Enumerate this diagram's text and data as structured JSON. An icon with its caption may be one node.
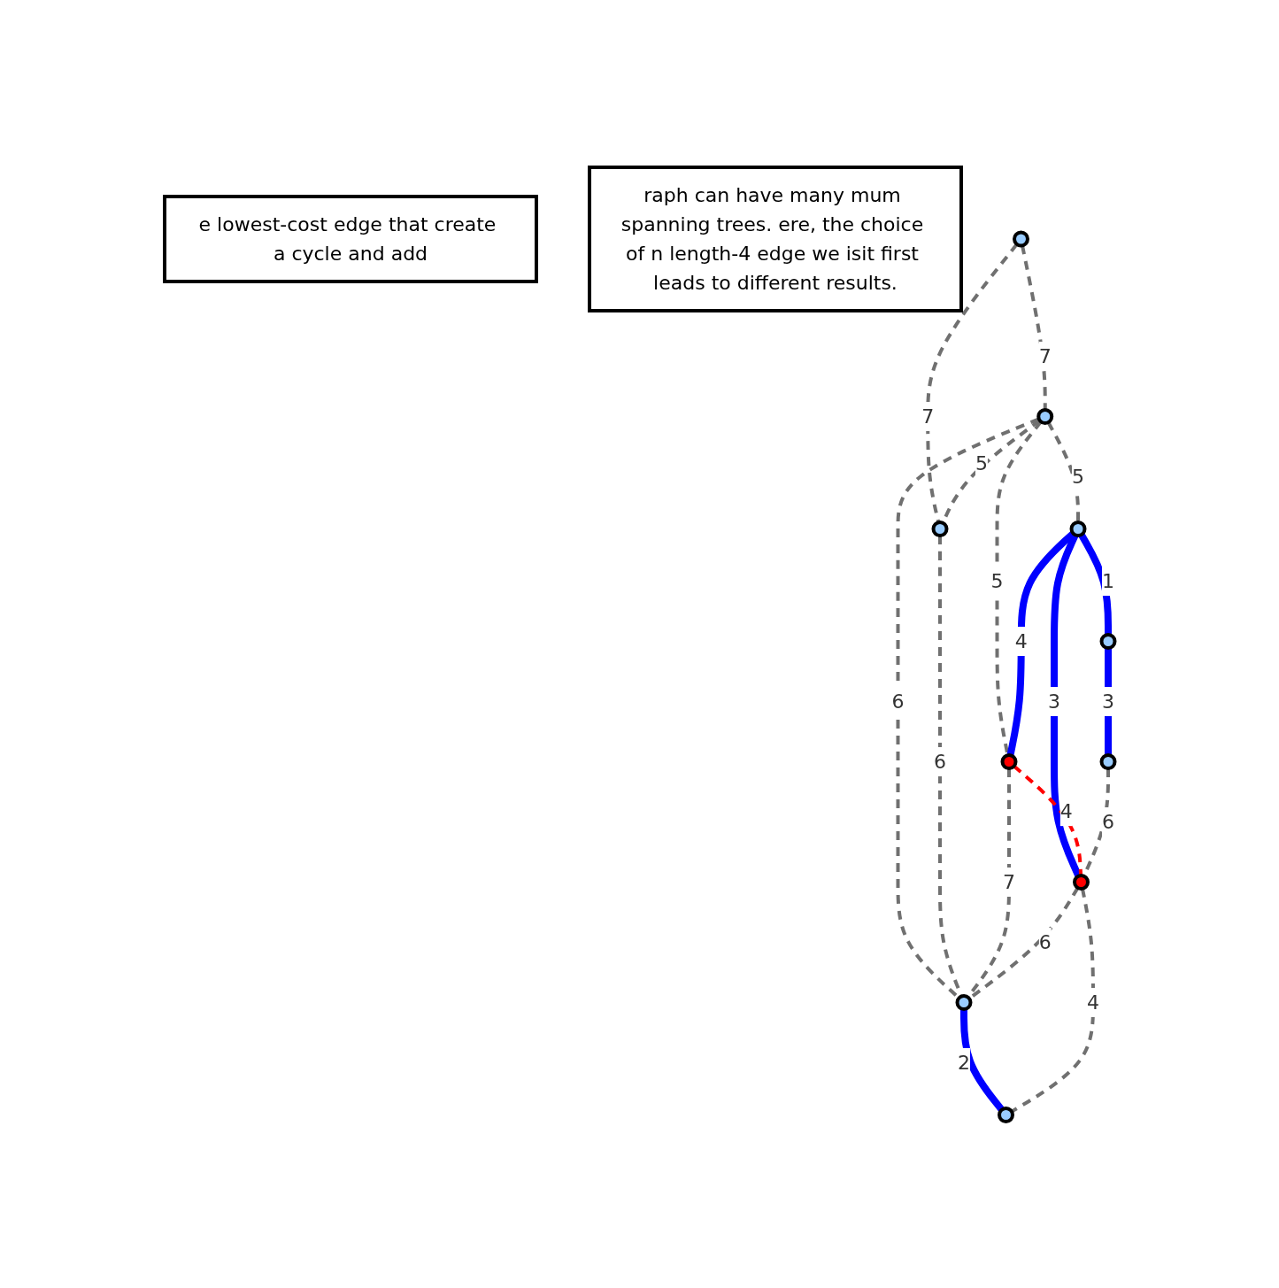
{
  "diagram": {
    "nodes": [
      {
        "text": [
          "e lowest-cost edge that create a cycle and add"
        ]
      },
      {
        "text": [
          "raph can have many mum spanning trees. ere, the choice of n length-4 edge we isit first leads to different results."
        ]
      },
      {
        "text": [],
        "shape": "circle"
      },
      {
        "text": [],
        "shape": "circle"
      },
      {
        "text": [],
        "shape": "circle"
      },
      {
        "text": [],
        "shape": "circle"
      },
      {
        "text": [],
        "shape": "circle"
      },
      {
        "text": [],
        "shape": "circle"
      },
      {
        "text": [],
        "shape": "circle"
      },
      {
        "text": [],
        "shape": "circle"
      },
      {
        "text": [],
        "shape": "circle"
      },
      {
        "text": [],
        "shape": "circle"
      }
    ],
    "edges": [
      {
        "from": 2,
        "to": 3,
        "arrow": "none",
        "label": "7",
        "style": "dashed"
      },
      {
        "from": 2,
        "to": 4,
        "arrow": "none",
        "label": "7",
        "style": "dashed"
      },
      {
        "from": 3,
        "to": 4,
        "arrow": "none",
        "label": "5",
        "style": "dashed"
      },
      {
        "from": 3,
        "to": 5,
        "arrow": "none",
        "label": "5",
        "style": "dashed"
      },
      {
        "from": 3,
        "to": 6,
        "arrow": "none",
        "label": "5",
        "style": "dashed"
      },
      {
        "from": 3,
        "to": 7,
        "arrow": "none",
        "label": "6",
        "style": "dashed"
      },
      {
        "from": 4,
        "to": 7,
        "arrow": "none",
        "label": "6",
        "style": "dashed"
      },
      {
        "from": 5,
        "to": 6,
        "arrow": "none",
        "label": "4",
        "style": "thick",
        "color": "#0000ff"
      },
      {
        "from": 6,
        "to": 7,
        "arrow": "none",
        "label": "7",
        "style": "dashed"
      },
      {
        "from": 5,
        "to": 8,
        "arrow": "none",
        "label": "1",
        "style": "thick",
        "color": "#0000ff"
      },
      {
        "from": 5,
        "to": 10,
        "arrow": "none",
        "label": "3",
        "style": "thick",
        "color": "#0000ff"
      },
      {
        "from": 6,
        "to": 10,
        "arrow": "none",
        "label": "4",
        "style": "dashed",
        "color": "#ff0000"
      },
      {
        "from": 10,
        "to": 7,
        "arrow": "none",
        "label": "6",
        "style": "dashed"
      },
      {
        "from": 7,
        "to": 11,
        "arrow": "none",
        "label": "2",
        "style": "thick",
        "color": "#0000ff"
      },
      {
        "from": 8,
        "to": 9,
        "arrow": "none",
        "label": "3",
        "style": "thick",
        "color": "#0000ff"
      },
      {
        "from": 9,
        "to": 10,
        "arrow": "none",
        "label": "6",
        "style": "dashed"
      },
      {
        "from": 10,
        "to": 11,
        "arrow": "none",
        "label": "4",
        "style": "dashed"
      }
    ]
  }
}
